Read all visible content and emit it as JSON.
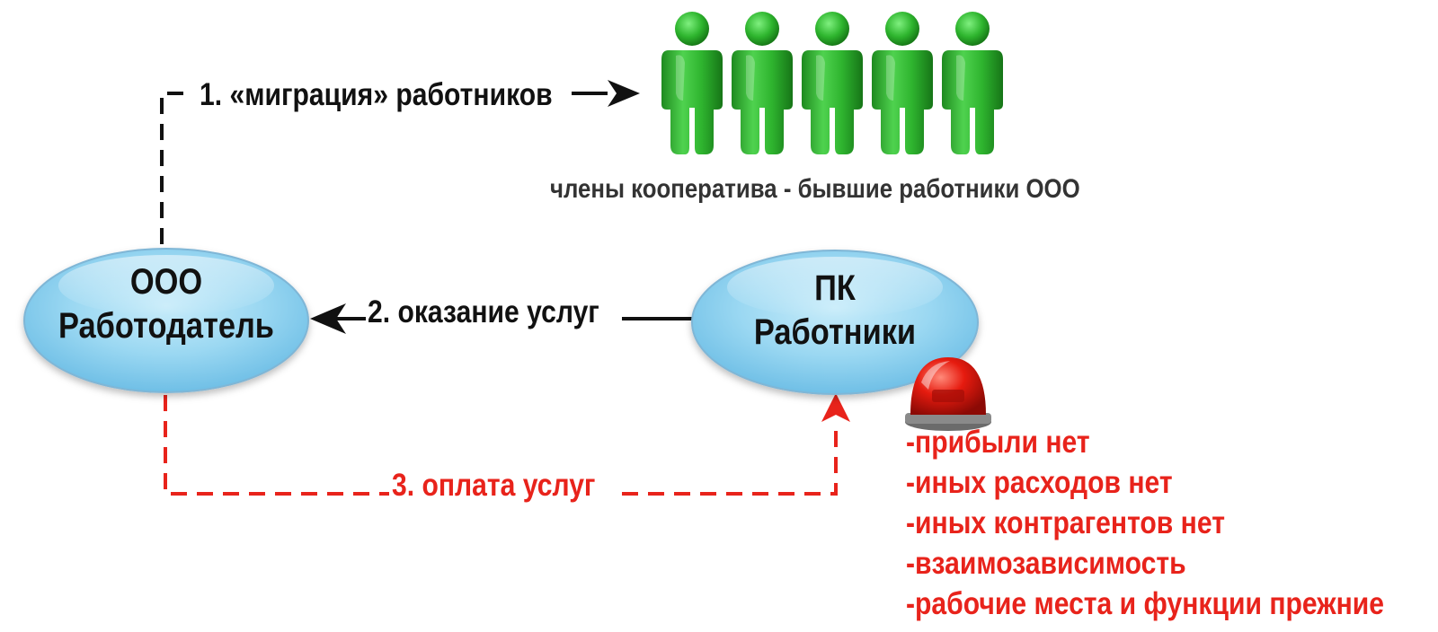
{
  "nodes": {
    "employer": {
      "line1": "ООО",
      "line2": "Работодатель"
    },
    "coop": {
      "line1": "ПК",
      "line2": "Работники"
    }
  },
  "edges": {
    "migration": "1. «миграция» работников",
    "services": "2. оказание услуг",
    "payment": "3. оплата услуг"
  },
  "members_caption": "члены кооператива - бывшие работники ООО",
  "people": {
    "count": 5,
    "icon": "person-icon"
  },
  "alarm": {
    "icon": "siren-icon"
  },
  "risks": [
    "-прибыли нет",
    "-иных расходов нет",
    "-иных контрагентов нет",
    "-взаимозависимость",
    "-рабочие места и функции прежние"
  ],
  "colors": {
    "node_fill": "#8fd3ef",
    "person": "#27a62a",
    "arrow_black": "#111111",
    "arrow_red": "#e8231b",
    "risk_text": "#e8231b"
  }
}
